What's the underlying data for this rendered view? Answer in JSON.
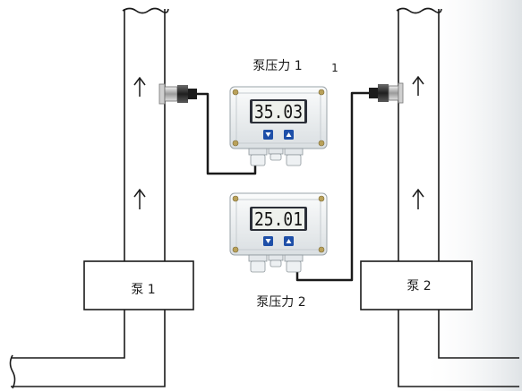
{
  "labels": {
    "pressure_1": "泵压力 1",
    "pressure_2": "泵压力 2",
    "pump_1": "泵 1",
    "pump_2": "泵 2",
    "stray_mark": "1"
  },
  "displays": {
    "transmitter_1": "35.03",
    "transmitter_2": "25.01"
  },
  "colors": {
    "line": "#1a1a1a",
    "lcd_background": "#eef1ec",
    "lcd_frame": "#2b2f38",
    "housing": "#f1f3f4",
    "button": "#1e4fa8",
    "screw": "#b9a15a"
  },
  "icons": {
    "flow_arrow": "up-arrow-icon",
    "button_down": "down-triangle-icon",
    "button_up": "up-triangle-icon"
  }
}
